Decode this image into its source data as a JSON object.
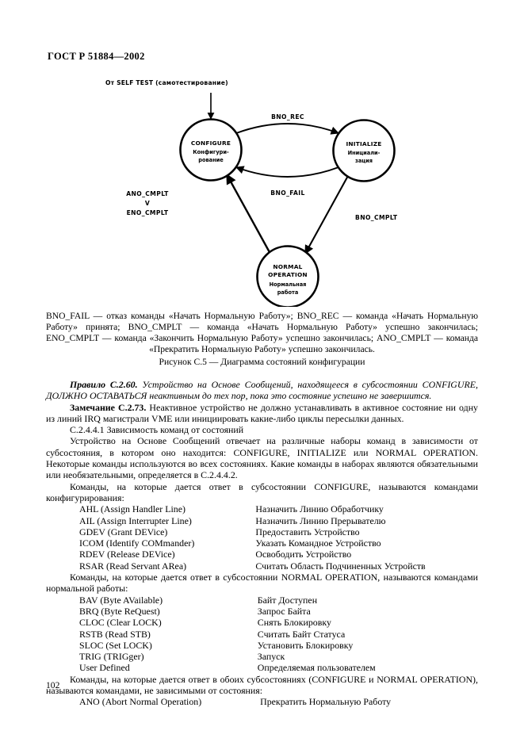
{
  "header": {
    "standard_id": "ГОСТ Р 51884—2002"
  },
  "figure": {
    "entry_label": "От SELF TEST (самотестирование)",
    "states": [
      {
        "id": "configure",
        "en": "CONFIGURE",
        "ru_line1": "Конфигури-",
        "ru_line2": "рование"
      },
      {
        "id": "initialize",
        "en": "INITIALIZE",
        "ru_line1": "Инициали-",
        "ru_line2": "зация"
      },
      {
        "id": "normal-operation",
        "en_line1": "NORMAL",
        "en_line2": "OPERATION",
        "ru_line1": "Нормальная",
        "ru_line2": "работа"
      }
    ],
    "edges": [
      {
        "id": "bno-rec",
        "label": "BNO_REC"
      },
      {
        "id": "bno-fail",
        "label": "BNO_FAIL"
      },
      {
        "id": "bno-cmplt",
        "label": "BNO_CMPLT"
      },
      {
        "id": "ano-cmplt",
        "label": "ANO_CMPLT"
      },
      {
        "id": "or-operator",
        "label": "V"
      },
      {
        "id": "eno-cmplt",
        "label": "ENO_CMPLT"
      }
    ],
    "legend": "BNO_FAIL — отказ команды «Начать Нормальную Работу»; BNO_REC — команда «Начать Нормальную Работу» принята; BNO_CMPLT — команда «Начать Нормальную Работу» успешно закончилась; ENO_CMPLT — команда «Закончить Нормальную Работу» успешно закончилась; ANO_CMPLT — команда «Прекратить Нормальную Работу» успешно закончилась.",
    "caption": "Рисунок С.5 — Диаграмма состояний конфигурации"
  },
  "body": {
    "rule_label": "Правило С.2.60.",
    "rule_text": " Устройство на Основе Сообщений, находящееся в субсостоянии CONFIGURE, ДОЛЖНО ОСТАВАТЬСЯ неактивным до тех пор, пока это состояние успешно не завершится.",
    "note_label": "Замечание С.2.73.",
    "note_text": " Неактивное устройство не должно устанавливать в активное состояние ни одну из линий IRQ магистрали VME или инициировать какие-либо циклы пересылки данных.",
    "section_heading": "С.2.4.4.1 Зависимость команд от состояний",
    "para_states": "Устройство на Основе Сообщений отвечает на различные наборы команд в зависимости от субсостояния, в котором оно находится: CONFIGURE, INITIALIZE или NORMAL OPERATION. Некоторые команды используются во всех состояниях. Какие команды в наборах являются обязательными или необязательными, определяется в С.2.4.4.2.",
    "para_configure_intro": "Команды, на которые дается ответ в субсостоянии CONFIGURE, называются командами конфигурирования:",
    "para_normal_intro": "Команды, на которые дается ответ в субсостоянии NORMAL OPERATION, называются командами нормальной работы:",
    "para_both_intro": "Команды, на которые дается ответ в обоих субсостояниях (CONFIGURE и NORMAL OPERATION), называются командами, не зависимыми от состояния:"
  },
  "configure_commands": [
    {
      "abbr": "AHL (Assign Handler Line)",
      "rus": "Назначить Линию Обработчику"
    },
    {
      "abbr": "AIL (Assign Interrupter Line)",
      "rus": "Назначить Линию Прерывателю"
    },
    {
      "abbr": "GDEV (Grant DEVice)",
      "rus": "Предоставить Устройство"
    },
    {
      "abbr": "ICOM (Identify COMmander)",
      "rus": "Указать Командное Устройство"
    },
    {
      "abbr": "RDEV (Release DEVice)",
      "rus": "Освободить Устройство"
    },
    {
      "abbr": "RSAR (Read Servant ARea)",
      "rus": "Считать Область Подчиненных Устройств"
    }
  ],
  "normal_operation_commands": [
    {
      "abbr": "BAV (Byte AVailable)",
      "rus": "Байт Доступен"
    },
    {
      "abbr": "BRQ (Byte ReQuest)",
      "rus": "Запрос Байта"
    },
    {
      "abbr": "CLOC (Clear LOCK)",
      "rus": "Снять Блокировку"
    },
    {
      "abbr": "RSTB (Read STB)",
      "rus": "Считать Байт Статуса"
    },
    {
      "abbr": "SLOC (Set LOCK)",
      "rus": "Установить Блокировку"
    },
    {
      "abbr": "TRIG (TRIGger)",
      "rus": "Запуск"
    },
    {
      "abbr": "User Defined",
      "rus": "Определяемая пользователем"
    }
  ],
  "state_independent_commands": [
    {
      "abbr": "ANO (Abort Normal Operation)",
      "rus": "Прекратить Нормальную Работу"
    }
  ],
  "footer": {
    "page_number": "102"
  }
}
